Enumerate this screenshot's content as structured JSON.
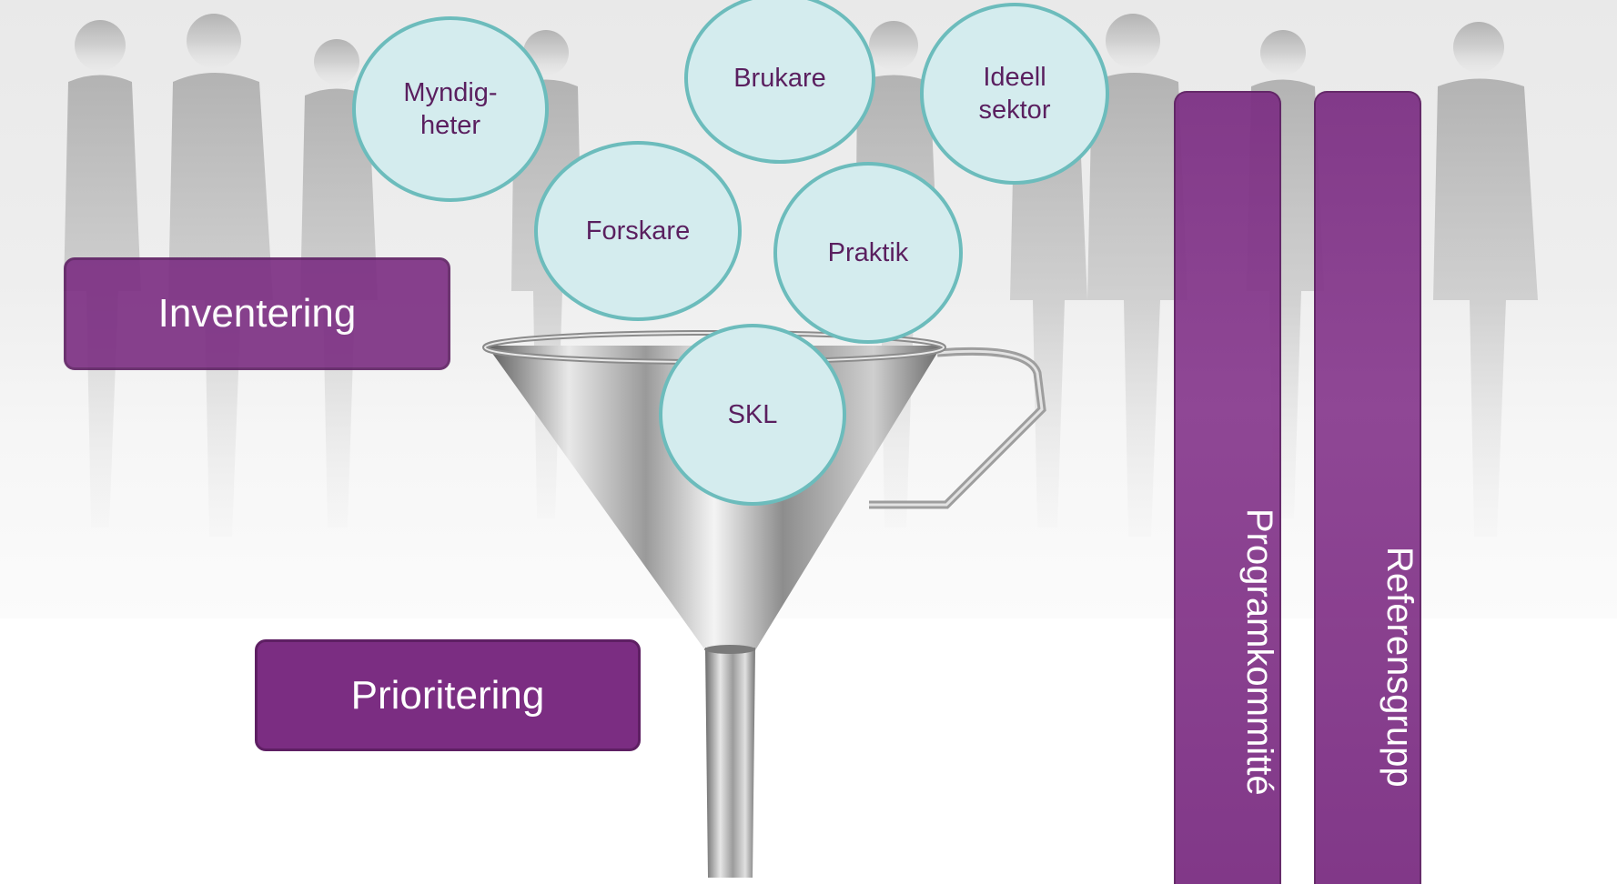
{
  "stages": {
    "inventering": "Inventering",
    "prioritering": "Prioritering"
  },
  "groups": {
    "programkommitte": "Programkommitté",
    "referensgrupp": "Referensgrupp"
  },
  "sources": {
    "myndigheter": "Myndig-\nheter",
    "brukare": "Brukare",
    "ideell_sektor": "Ideell\nsektor",
    "forskare": "Forskare",
    "praktik": "Praktik",
    "skl": "SKL"
  },
  "colors": {
    "purple": "#7b2d82",
    "bubble_fill": "#d4ecee",
    "bubble_border": "#6cbcbc",
    "bubble_text": "#5a1f5f"
  },
  "icons": {
    "funnel": "funnel-icon",
    "background": "people-silhouettes"
  }
}
